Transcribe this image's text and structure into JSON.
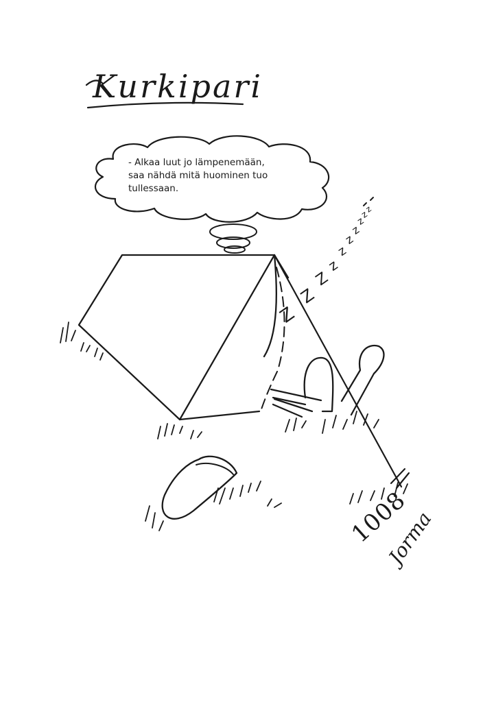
{
  "title": "Kurkipari",
  "speech": {
    "lines": [
      "- Alkaa luut jo lämpenemään,",
      "saa nähdä mitä huominen tuo",
      "tullessaan."
    ]
  },
  "snore": {
    "letters": [
      "Z",
      "Z",
      "Z",
      "z",
      "z",
      "z",
      "z",
      "z",
      "z",
      "z"
    ]
  },
  "signature": {
    "year": "1008",
    "name": "Jorma"
  },
  "colors": {
    "ink": "#1a1a1a",
    "paper": "#ffffff"
  }
}
